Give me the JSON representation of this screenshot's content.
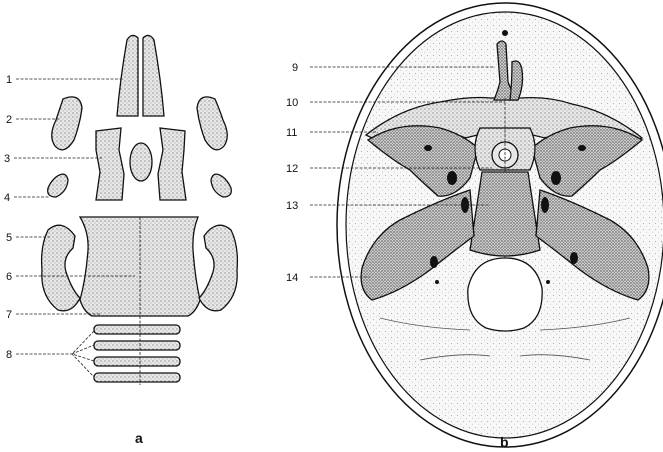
{
  "panels": {
    "a": {
      "label": "a",
      "numbers": [
        "1",
        "2",
        "3",
        "4",
        "5",
        "6",
        "7",
        "8"
      ]
    },
    "b": {
      "label": "b",
      "numbers": [
        "9",
        "10",
        "11",
        "12",
        "13",
        "14"
      ]
    }
  }
}
